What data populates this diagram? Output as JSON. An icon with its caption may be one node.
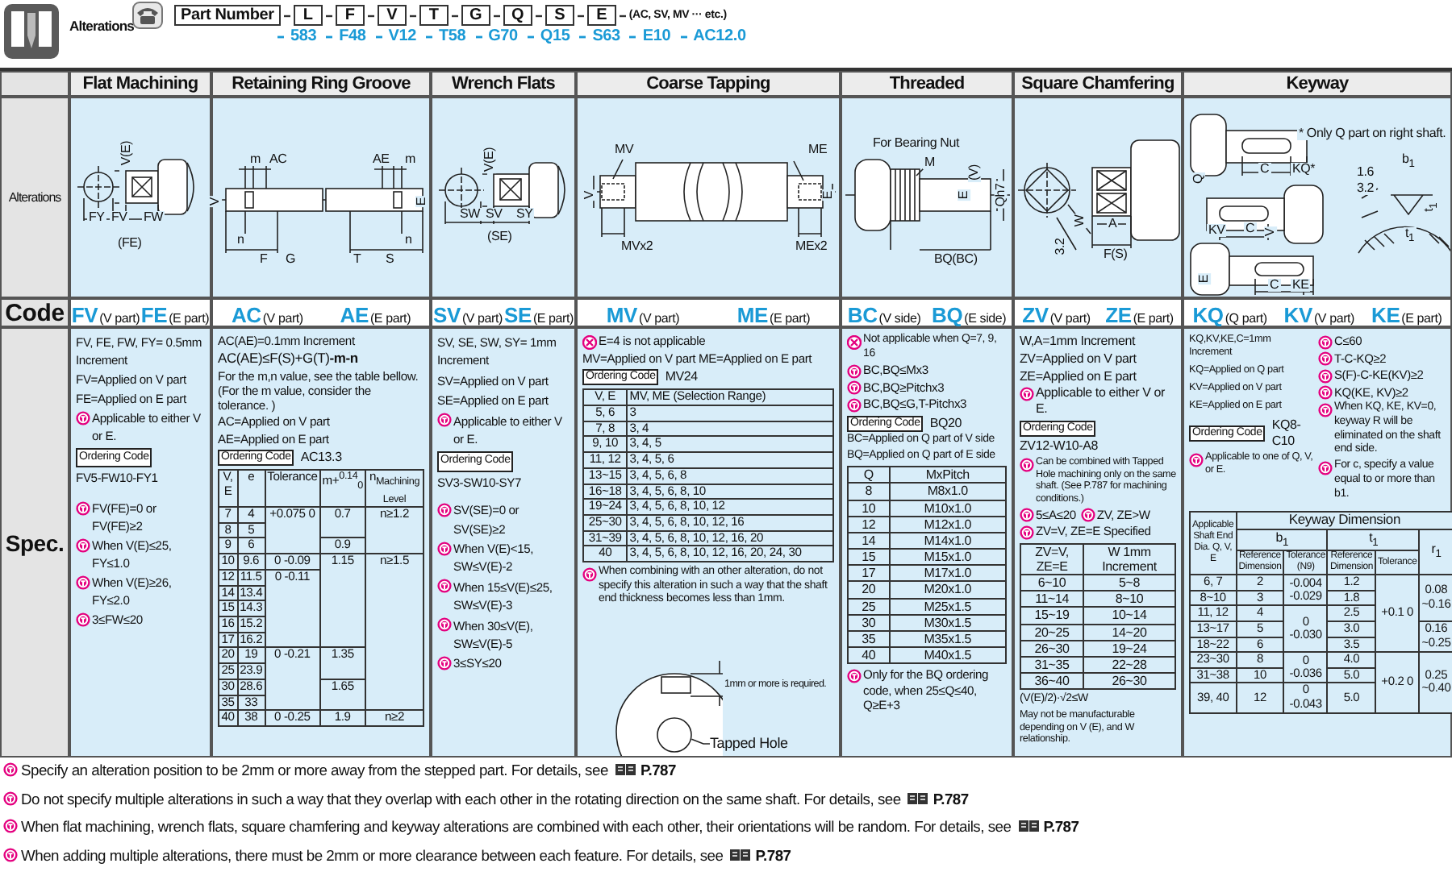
{
  "diagram": {
    "title": "Alterations",
    "nodes": [
      {
        "text": [
          "Tapped Hole"
        ]
      },
      {
        "text": [],
        "shape": "circle"
      }
    ],
    "edges": [
      {
        "from": 0,
        "to": 1,
        "arrow": "none"
      }
    ],
    "labels": [
      "Part Number",
      "L",
      "F",
      "V",
      "T",
      "G",
      "Q",
      "S",
      "E",
      "(AC, SV, MV ··· etc.)",
      "583",
      "F48",
      "V12",
      "T58",
      "G70",
      "Q15",
      "S63",
      "E10",
      "AC12.0",
      "Flat Machining",
      "Retaining Ring Groove",
      "Wrench Flats",
      "Coarse Tapping",
      "Threaded",
      "Square Chamfering",
      "Keyway",
      "Alterations",
      "V(E)",
      "FY",
      "FV",
      "FW",
      "(FE)",
      "m",
      "AC",
      "V",
      "n",
      "F",
      "G",
      "AE",
      "m",
      "E",
      "T",
      "S",
      "n",
      "V(E)",
      "SW",
      "SV",
      "SY",
      "(SE)",
      "MV",
      "V",
      "MVx2",
      "ME",
      "E",
      "MEx2",
      "For Bearing Nut",
      "M",
      "(V)",
      "E",
      "Qh7",
      "BQ(BC)",
      "3.2",
      "W",
      "A",
      "F(S)",
      "* Only Q part on right shaft.",
      "Q",
      "C",
      "KQ*",
      "KV",
      "C",
      "V",
      "E",
      "C",
      "KE",
      "1.6",
      "3.2",
      "b$_{1}$",
      "t$_{1}$",
      "t$_{1}$",
      "Code",
      "FV",
      "(V part)",
      "FE",
      "(E part)",
      "AC",
      "(V part)",
      "AE",
      "(E part)",
      "SV",
      "(V part)",
      "SE",
      "(E part)",
      "MV",
      "(V part)",
      "ME",
      "(E part)",
      "BC",
      "(V side)",
      "BQ",
      "(E side)",
      "ZV",
      "(V part)",
      "ZE",
      "(E part)",
      "KQ",
      "(Q part)",
      "KV",
      "(V part)",
      "KE",
      "(E part)",
      "Spec.",
      "FV, FE, FW, FY= 0.5mm Increment",
      "FV=Applied on V part",
      "FE=Applied on E part",
      "Applicable to either V or E.",
      "Ordering Code",
      "FV5-FW10-FY1",
      "FV(FE)=0 or FV(FE)≥2",
      "When V(E)≤25, FY≤1.0",
      "When V(E)≥26, FY≤2.0",
      "3≤FW≤20",
      "AC(AE)=0.1mm Increment",
      "AC(AE)≤F(S)+G(T)**-m-n**",
      "For the m,n value, see the table bellow. (For the m value, consider the tolerance. )",
      "AC=Applied on V part",
      "AE=Applied on E part",
      "Ordering Code",
      "AC13.3",
      "V, E",
      "e",
      "Tolerance",
      "m+$^{0.14}$$_{0}$",
      "n$_{Machining Level}$",
      "7",
      "4",
      "+0.075 0",
      "0.7",
      "n≥1.2",
      "8",
      "5",
      "9",
      "6",
      "0.9",
      "10",
      "9.6",
      "0 -0.09",
      "1.15",
      "n≥1.5",
      "12",
      "11.5",
      "0 -0.11",
      "14",
      "13.4",
      "15",
      "14.3",
      "16",
      "15.2",
      "17",
      "16.2",
      "20",
      "19",
      "0 -0.21",
      "1.35",
      "25",
      "23.9",
      "30",
      "28.6",
      "1.65",
      "35",
      "33",
      "40",
      "38",
      "0 -0.25",
      "1.9",
      "n≥2",
      "SV, SE, SW, SY= 1mm Increment",
      "SV=Applied on V part",
      "SE=Applied on E part",
      "Applicable to either V or E.",
      "Ordering Code",
      "SV3-SW10-SY7",
      "SV(SE)=0 or SV(SE)≥2",
      "When V(E)<15, SW≤V(E)-2",
      "When 15≤V(E)≤25, SW≤V(E)-3",
      "When 30≤V(E), SW≤V(E)-5",
      "3≤SY≤20",
      "E=4 is not applicable",
      "MV=Applied on V part ME=Applied on E part",
      "Ordering Code",
      "MV24",
      "V, E",
      "MV, ME (Selection Range)",
      "5, 6",
      "3",
      "7, 8",
      "3, 4",
      "9, 10",
      "3, 4, 5",
      "11, 12",
      "3, 4, 5, 6",
      "13~15",
      "3, 4, 5, 6, 8",
      "16~18",
      "3, 4, 5, 6, 8, 10",
      "19~24",
      "3, 4, 5, 6, 8, 10, 12",
      "25~30",
      "3, 4, 5, 6, 8, 10, 12, 16",
      "31~39",
      "3, 4, 5, 6, 8, 10, 12, 16, 20",
      "40",
      "3, 4, 5, 6, 8, 10, 12, 16, 20, 24, 30",
      "When combining with an other alteration, do not specify this alteration in such a way that the shaft end thickness becomes less than 1mm.",
      "1mm or more is required.",
      "Not applicable when Q=7, 9, 16",
      "BC,BQ≤Mx3",
      "BC,BQ≥Pitchx3",
      "BC,BQ≤G,T-Pitchx3",
      "Ordering Code",
      "BQ20",
      "BC=Applied on Q part of V side",
      "BQ=Applied on Q part of E side",
      "Q",
      "MxPitch",
      "8",
      "M8x1.0",
      "10",
      "M10x1.0",
      "12",
      "M12x1.0",
      "14",
      "M14x1.0",
      "15",
      "M15x1.0",
      "17",
      "M17x1.0",
      "20",
      "M20x1.0",
      "25",
      "M25x1.5",
      "30",
      "M30x1.5",
      "35",
      "M35x1.5",
      "40",
      "M40x1.5",
      "Only for the BQ ordering code, when 25≤Q≤40, Q≥E+3",
      "W,A=1mm Increment",
      "ZV=Applied on V part",
      "ZE=Applied on E part",
      "Applicable to either V or E.",
      "Ordering Code",
      "ZV12-W10-A8",
      "Can be combined with Tapped Hole machining only on the same shaft. (See P.787 for machining conditions.)",
      "5≤A≤20",
      "ZV, ZE>W",
      "ZV=V, ZE=E Specified",
      "ZV=V, ZE=E",
      "W 1mm Increment",
      "6~10",
      "5~8",
      "11~14",
      "8~10",
      "15~19",
      "10~14",
      "20~25",
      "14~20",
      "26~30",
      "19~24",
      "31~35",
      "22~28",
      "36~40",
      "26~30",
      "(V(E)/2)·√2≤W",
      "May not be manufacturable depending on V (E), and W relationship.",
      "KQ,KV,KE,C=1mm Increment",
      "KQ=Applied on Q part",
      "KV=Applied on V part",
      "KE=Applied on E part",
      "Ordering Code",
      "KQ8-C10",
      "Applicable to one of Q, V, or E.",
      "C≤60",
      "T-C-KQ≥2",
      "S(F)-C-KE(KV)≥2",
      "KQ(KE, KV)≥2",
      "When KQ, KE, KV=0, keyway R will be eliminated on the shaft end side.",
      "For c, specify a value equal to or more than b1.",
      "Applicable Shaft End Dia. Q, V, E",
      "Keyway Dimension",
      "b$_{1}$",
      "t$_{1}$",
      "r$_{1}$",
      "Reference Dimension",
      "Tolerance (N9)",
      "Reference Dimension",
      "Tolerance",
      "6, 7",
      "2",
      "-0.004 -0.029",
      "1.2",
      "+0.1 0",
      "0.08 ~0.16",
      "8~10",
      "3",
      "1.8",
      "11, 12",
      "4",
      "0 -0.030",
      "2.5",
      "13~17",
      "5",
      "3.0",
      "0.16 ~0.25",
      "18~22",
      "6",
      "3.5",
      "23~30",
      "8",
      "0 -0.036",
      "4.0",
      "+0.2 0",
      "0.25 ~0.40",
      "31~38",
      "10",
      "5.0",
      "39, 40",
      "12",
      "0 -0.043",
      "5.0",
      "Specify an alteration position to be 2mm or more away from the stepped part. For details, see",
      "P.787",
      "Do not specify multiple alterations in such a way that they overlap with each other in the rotating direction on the same shaft. For details, see",
      "P.787",
      "When flat machining, wrench flats, square chamfering and keyway alterations are combined with each other, their orientations will be random. For details, see",
      "P.787",
      "When adding multiple alterations, there must be 2mm or more clearance between each feature. For details, see",
      "P.787"
    ]
  }
}
